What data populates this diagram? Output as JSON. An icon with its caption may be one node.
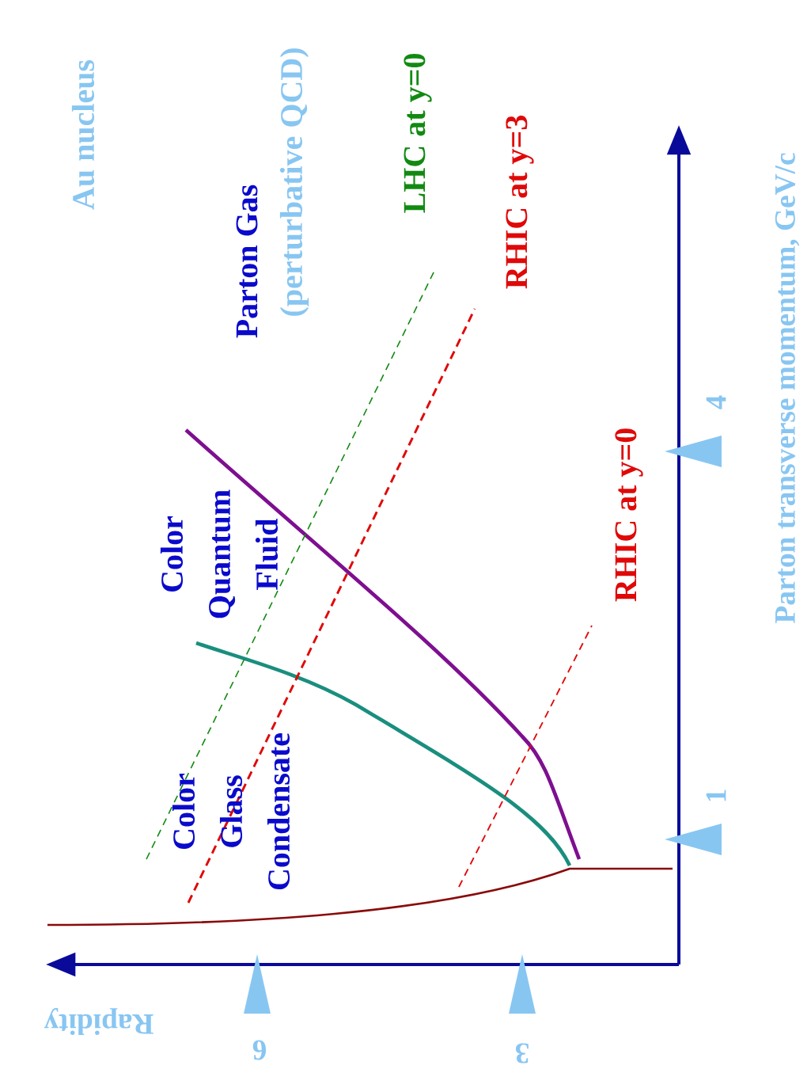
{
  "diagram": {
    "labels": [
      "Rapidity",
      "6",
      "3",
      "Au nucleus",
      "Parton Gas",
      "(perturbative QCD)",
      "LHC at y=0",
      "RHIC at y=3",
      "Color Quantum Fluid",
      "Color Glass Condensate",
      "RHIC at y=0",
      "1",
      "4",
      "Parton transverse momentum, GeV/c"
    ]
  }
}
